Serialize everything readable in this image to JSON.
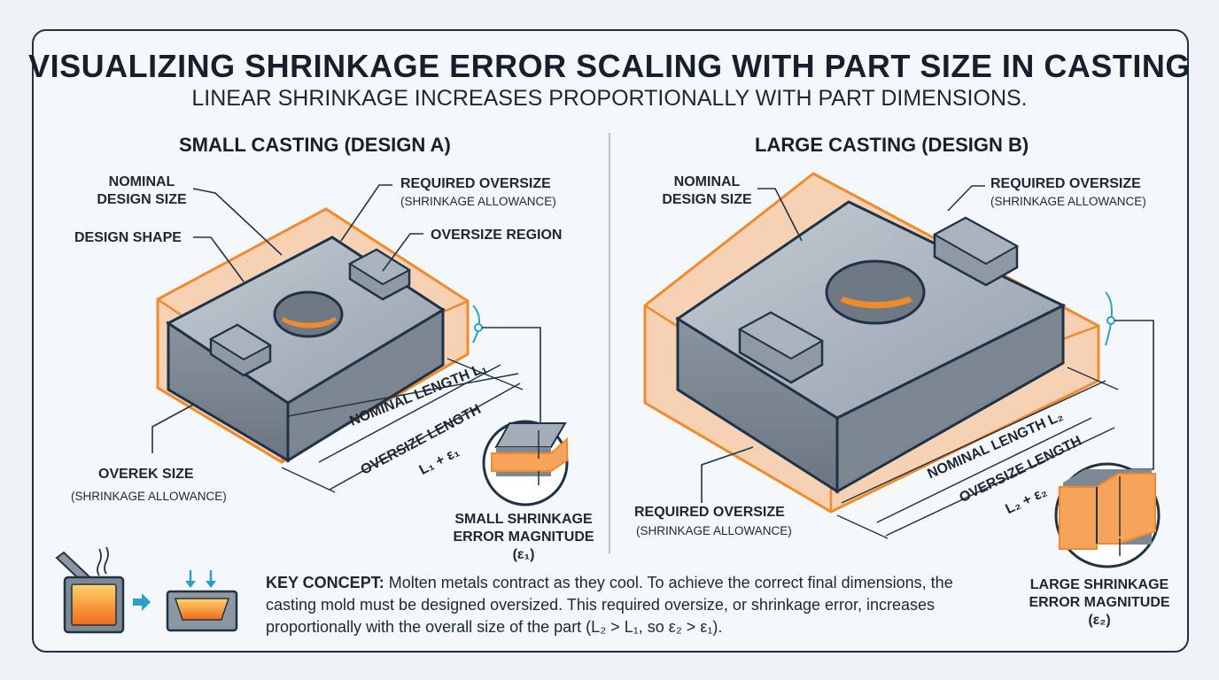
{
  "title": "VISUALIZING SHRINKAGE ERROR SCALING WITH PART SIZE IN CASTING",
  "subtitle": "LINEAR SHRINKAGE INCREASES PROPORTIONALLY WITH PART DIMENSIONS.",
  "left": {
    "heading": "SMALL CASTING (DESIGN A)",
    "nominal_design_size": "NOMINAL\nDESIGN SIZE",
    "design_shape": "DESIGN SHAPE",
    "required_oversize": "REQUIRED OVERSIZE",
    "required_oversize_sub": "(SHRINKAGE ALLOWANCE)",
    "oversize_region": "OVERSIZE REGION",
    "nominal_length": "NOMINAL LENGTH L₁",
    "oversize_length": "OVERSIZE LENGTH",
    "oversize_length_formula": "L₁ + ε₁",
    "overek_size": "OVEREK SIZE",
    "overek_size_sub": "(SHRINKAGE ALLOWANCE)",
    "error_label": "SMALL SHRINKAGE\nERROR MAGNITUDE (ε₁)"
  },
  "right": {
    "heading": "LARGE CASTING (DESIGN B)",
    "nominal_design_size": "NOMINAL\nDESIGN SIZE",
    "required_oversize_top": "REQUIRED OVERSIZE",
    "required_oversize_top_sub": "(SHRINKAGE ALLOWANCE)",
    "nominal_length": "NOMINAL LENGTH L₂",
    "oversize_length": "OVERSIZE LENGTH",
    "oversize_length_formula": "L₂ + ε₂",
    "required_oversize_bottom": "REQUIRED OVERSIZE",
    "required_oversize_bottom_sub": "(SHRINKAGE ALLOWANCE)",
    "error_label": "LARGE SHRINKAGE\nERROR MAGNITUDE\n(ε₂)"
  },
  "key_concept": {
    "label": "KEY CONCEPT:",
    "text": "Molten metals contract as they cool. To achieve the correct final dimensions, the casting mold must be designed oversized. This required oversize, or shrinkage error, increases proportionally with the overall size of the part (L₂ > L₁, so ε₂ > ε₁)."
  },
  "colors": {
    "orange": "#f08a2c",
    "orange_fill": "#f7b079",
    "steel_top": "#a9b3be",
    "steel_side": "#7f8a96",
    "outline": "#1f3347"
  }
}
